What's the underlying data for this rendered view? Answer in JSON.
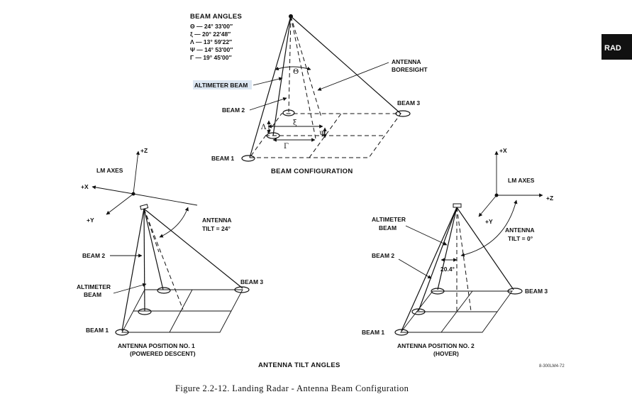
{
  "side_tab": "RAD",
  "top": {
    "angles_title": "BEAM ANGLES",
    "angles": [
      "Θ — 24° 33′00″",
      "ξ — 20° 22′48″",
      "Λ — 13° 59′22″",
      "Ψ — 14° 53′00″",
      "Γ — 19° 45′00″"
    ],
    "altimeter_beam": "ALTIMETER BEAM",
    "antenna_boresight_1": "ANTENNA",
    "antenna_boresight_2": "BORESIGHT",
    "beam_1": "BEAM 1",
    "beam_2": "BEAM 2",
    "beam_3": "BEAM 3",
    "sym_theta": "Θ",
    "sym_xi": "ξ",
    "sym_lambda": "Λ",
    "sym_psi": "Ψ",
    "sym_gamma": "Γ",
    "title": "BEAM CONFIGURATION"
  },
  "left": {
    "lm_axes": "LM AXES",
    "plus_z": "+Z",
    "plus_x": "+X",
    "plus_y": "+Y",
    "tilt_1": "ANTENNA",
    "tilt_2": "TILT = 24°",
    "beam_2": "BEAM 2",
    "altimeter_1": "ALTIMETER",
    "altimeter_2": "BEAM",
    "beam_1": "BEAM 1",
    "beam_3": "BEAM 3",
    "position_1": "ANTENNA POSITION NO. 1",
    "position_2": "(POWERED DESCENT)"
  },
  "right": {
    "lm_axes": "LM AXES",
    "plus_x": "+X",
    "plus_z": "+Z",
    "plus_y": "+Y",
    "altimeter_1": "ALTIMETER",
    "altimeter_2": "BEAM",
    "beam_2": "BEAM 2",
    "angle": "20.4°",
    "tilt_1": "ANTENNA",
    "tilt_2": "TILT = 0°",
    "beam_1": "BEAM 1",
    "beam_3": "BEAM 3",
    "position_1": "ANTENNA POSITION NO. 2",
    "position_2": "(HOVER)"
  },
  "tilt_title": "ANTENNA TILT ANGLES",
  "ref_code": "8-300LM4-72",
  "caption": "Figure 2.2-12.  Landing Radar - Antenna Beam Configuration"
}
